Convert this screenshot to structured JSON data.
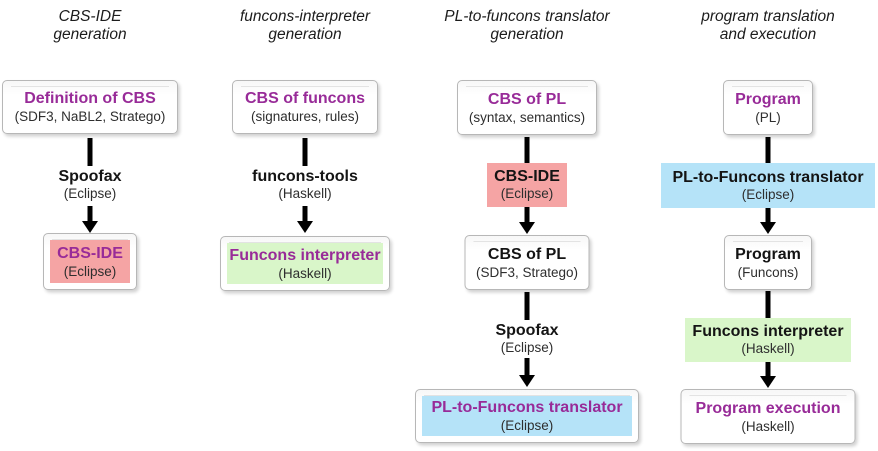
{
  "diagram": {
    "colors": {
      "accent_purple": "#982B98",
      "pink_fill": "#F5A4A4",
      "green_fill": "#D9F6C9",
      "blue_fill": "#B5E3F8"
    },
    "columns": [
      {
        "title": {
          "line1": "CBS-IDE",
          "line2": "generation"
        },
        "box1": {
          "title": "Definition of CBS",
          "sub": "(SDF3, NaBL2, Stratego)"
        },
        "tool1": {
          "name": "Spoofax",
          "sub": "(Eclipse)"
        },
        "box2": {
          "title": "CBS-IDE",
          "sub": "(Eclipse)"
        }
      },
      {
        "title": {
          "line1": "funcons-interpreter",
          "line2": "generation"
        },
        "box1": {
          "title": "CBS of funcons",
          "sub": "(signatures, rules)"
        },
        "tool1": {
          "name": "funcons-tools",
          "sub": "(Haskell)"
        },
        "box2": {
          "title": "Funcons interpreter",
          "sub": "(Haskell)"
        }
      },
      {
        "title": {
          "line1": "PL-to-funcons translator",
          "line2": "generation"
        },
        "box1": {
          "title": "CBS of PL",
          "sub": "(syntax, semantics)"
        },
        "tool1": {
          "name": "CBS-IDE",
          "sub": "(Eclipse)"
        },
        "box2": {
          "title": "CBS of PL",
          "sub": "(SDF3, Stratego)"
        },
        "tool2": {
          "name": "Spoofax",
          "sub": "(Eclipse)"
        },
        "box3": {
          "title": "PL-to-Funcons translator",
          "sub": "(Eclipse)"
        }
      },
      {
        "title": {
          "line1": "program translation",
          "line2": "and execution"
        },
        "box1": {
          "title": "Program",
          "sub": "(PL)"
        },
        "tool1": {
          "name": "PL-to-Funcons translator",
          "sub": "(Eclipse)"
        },
        "box2": {
          "title": "Program",
          "sub": "(Funcons)"
        },
        "tool2": {
          "name": "Funcons interpreter",
          "sub": "(Haskell)"
        },
        "box3": {
          "title": "Program execution",
          "sub": "(Haskell)"
        }
      }
    ]
  }
}
